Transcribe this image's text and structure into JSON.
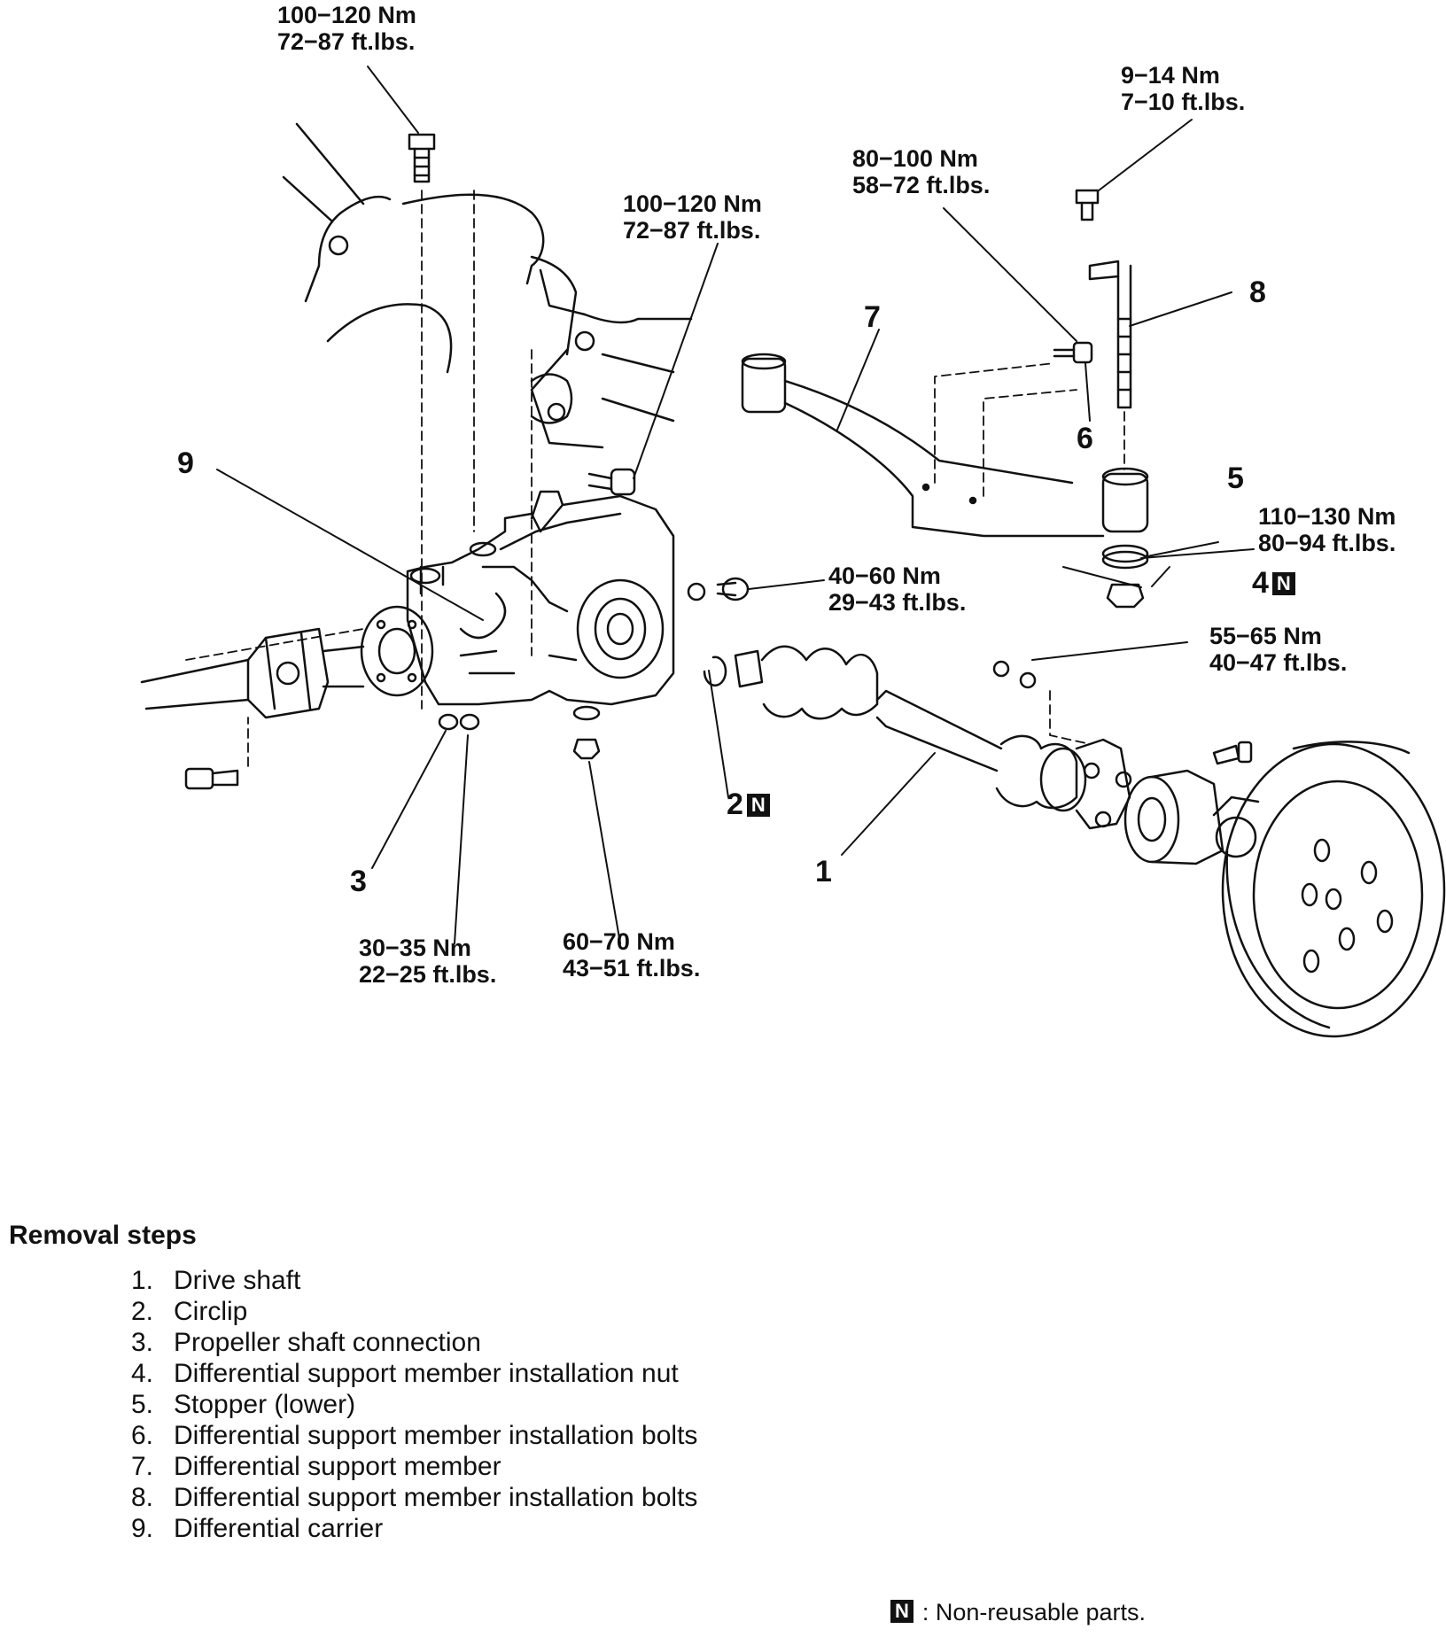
{
  "torque_specs": [
    {
      "id": "t-top-left",
      "nm": "100−120 Nm",
      "ftlbs": "72−87 ft.lbs."
    },
    {
      "id": "t-center",
      "nm": "100−120 Nm",
      "ftlbs": "72−87 ft.lbs."
    },
    {
      "id": "t-member-bolt",
      "nm": "80−100 Nm",
      "ftlbs": "58−72 ft.lbs."
    },
    {
      "id": "t-top-right",
      "nm": "9−14 Nm",
      "ftlbs": "7−10 ft.lbs."
    },
    {
      "id": "t-nut",
      "nm": "110−130 Nm",
      "ftlbs": "80−94 ft.lbs."
    },
    {
      "id": "t-carrier-side",
      "nm": "40−60 Nm",
      "ftlbs": "29−43 ft.lbs."
    },
    {
      "id": "t-hub",
      "nm": "55−65 Nm",
      "ftlbs": "40−47 ft.lbs."
    },
    {
      "id": "t-prop",
      "nm": "30−35 Nm",
      "ftlbs": "22−25 ft.lbs."
    },
    {
      "id": "t-bottom",
      "nm": "60−70 Nm",
      "ftlbs": "43−51 ft.lbs."
    }
  ],
  "callouts": {
    "c1": "1",
    "c2": "2",
    "c3": "3",
    "c4": "4",
    "c5": "5",
    "c6": "6",
    "c7": "7",
    "c8": "8",
    "c9": "9"
  },
  "non_reusable_badge": "N",
  "removal_steps": {
    "title": "Removal steps",
    "items": [
      {
        "num": "1.",
        "text": "Drive shaft"
      },
      {
        "num": "2.",
        "text": "Circlip"
      },
      {
        "num": "3.",
        "text": "Propeller shaft connection"
      },
      {
        "num": "4.",
        "text": "Differential support member installation nut"
      },
      {
        "num": "5.",
        "text": "Stopper (lower)"
      },
      {
        "num": "6.",
        "text": "Differential support member installation bolts"
      },
      {
        "num": "7.",
        "text": "Differential support member"
      },
      {
        "num": "8.",
        "text": "Differential support member installation bolts"
      },
      {
        "num": "9.",
        "text": "Differential carrier"
      }
    ]
  },
  "legend": {
    "badge": "N",
    "text": ": Non-reusable parts."
  }
}
